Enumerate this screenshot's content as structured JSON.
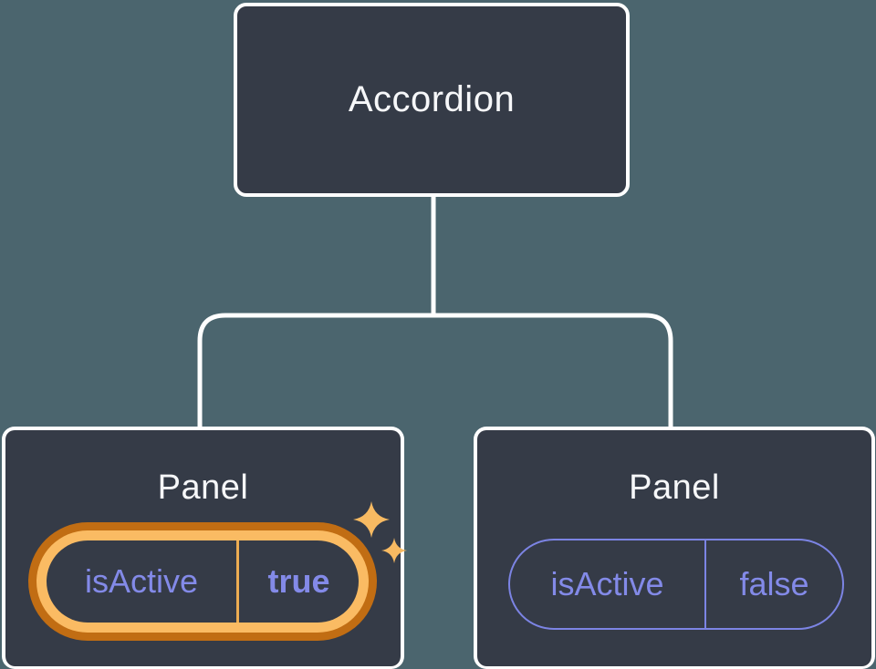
{
  "diagram": {
    "root": {
      "label": "Accordion"
    },
    "panels": [
      {
        "label": "Panel",
        "prop_name": "isActive",
        "prop_value": "true",
        "state": "active",
        "highlight": "orange-glow-with-sparkles"
      },
      {
        "label": "Panel",
        "prop_name": "isActive",
        "prop_value": "false",
        "state": "inactive",
        "highlight": "none"
      }
    ]
  },
  "icons": {
    "sparkles": "sparkles-icon"
  },
  "colors": {
    "background": "#4B656E",
    "node_fill": "#353B47",
    "node_border": "#FFFFFF",
    "text_primary": "#F6F7F9",
    "prop_purple": "#838AE8",
    "pill_outline_purple": "#7C84E4",
    "highlight_orange_dark": "#C16D13",
    "highlight_orange_light": "#FABB63",
    "divider_gold": "#ECAC52",
    "sparkle_gold": "#F8BA62"
  }
}
